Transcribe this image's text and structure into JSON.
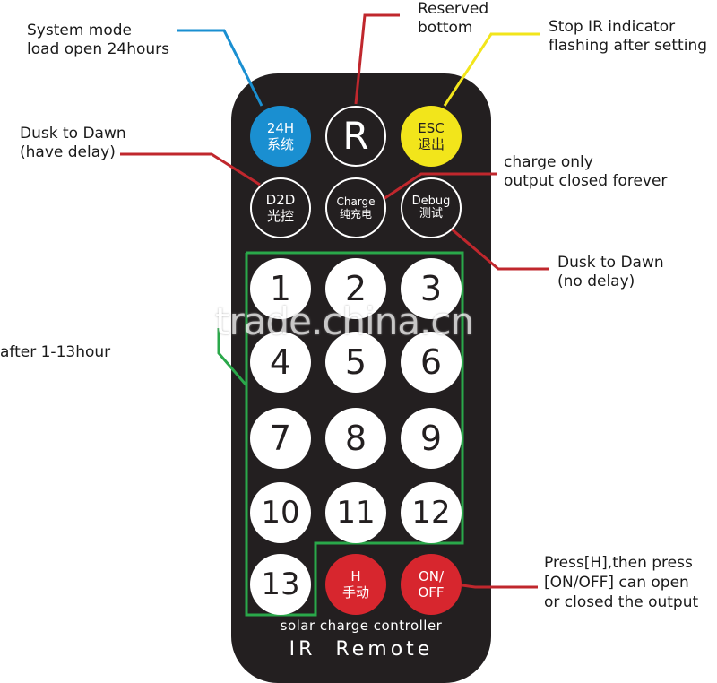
{
  "annotations": {
    "system_mode": [
      "System mode",
      "load open 24hours"
    ],
    "reserved": [
      "Reserved",
      "bottom"
    ],
    "stop_ir": [
      "Stop IR indicator",
      "flashing after setting"
    ],
    "d2d_delay": [
      "Dusk to Dawn",
      "(have delay)"
    ],
    "charge_only": [
      "charge only",
      "output closed forever"
    ],
    "d2d_nodelay": [
      "Dusk to Dawn",
      "(no delay)"
    ],
    "after_hours": "after 1-13hour",
    "press_h": [
      "Press[H],then press",
      "[ON/OFF] can open",
      "or closed the output"
    ]
  },
  "buttons": {
    "system_24h": {
      "line1": "24H",
      "line2": "系统",
      "color": "#1a8fd1"
    },
    "reserved": {
      "label": "R"
    },
    "esc": {
      "line1": "ESC",
      "line2": "退出",
      "color": "#f2e51b"
    },
    "d2d": {
      "line1": "D2D",
      "line2": "光控"
    },
    "charge": {
      "line1": "Charge",
      "line2": "纯充电"
    },
    "debug": {
      "line1": "Debug",
      "line2": "测试"
    },
    "numbers": [
      "1",
      "2",
      "3",
      "4",
      "5",
      "6",
      "7",
      "8",
      "9",
      "10",
      "11",
      "12",
      "13"
    ],
    "h_manual": {
      "line1": "H",
      "line2": "手动",
      "color": "#d7262e"
    },
    "on_off": {
      "line1": "ON/",
      "line2": "OFF",
      "color": "#d7262e"
    }
  },
  "captions": {
    "controller": "solar charge controller",
    "remote": "IR  Remote"
  },
  "watermark": "trade.china.cn",
  "colors": {
    "body": "#231f20",
    "blue_line": "#1a8fd1",
    "red_line": "#c0272d",
    "yellow_line": "#f2e51b",
    "green_outline": "#2aa84a"
  }
}
